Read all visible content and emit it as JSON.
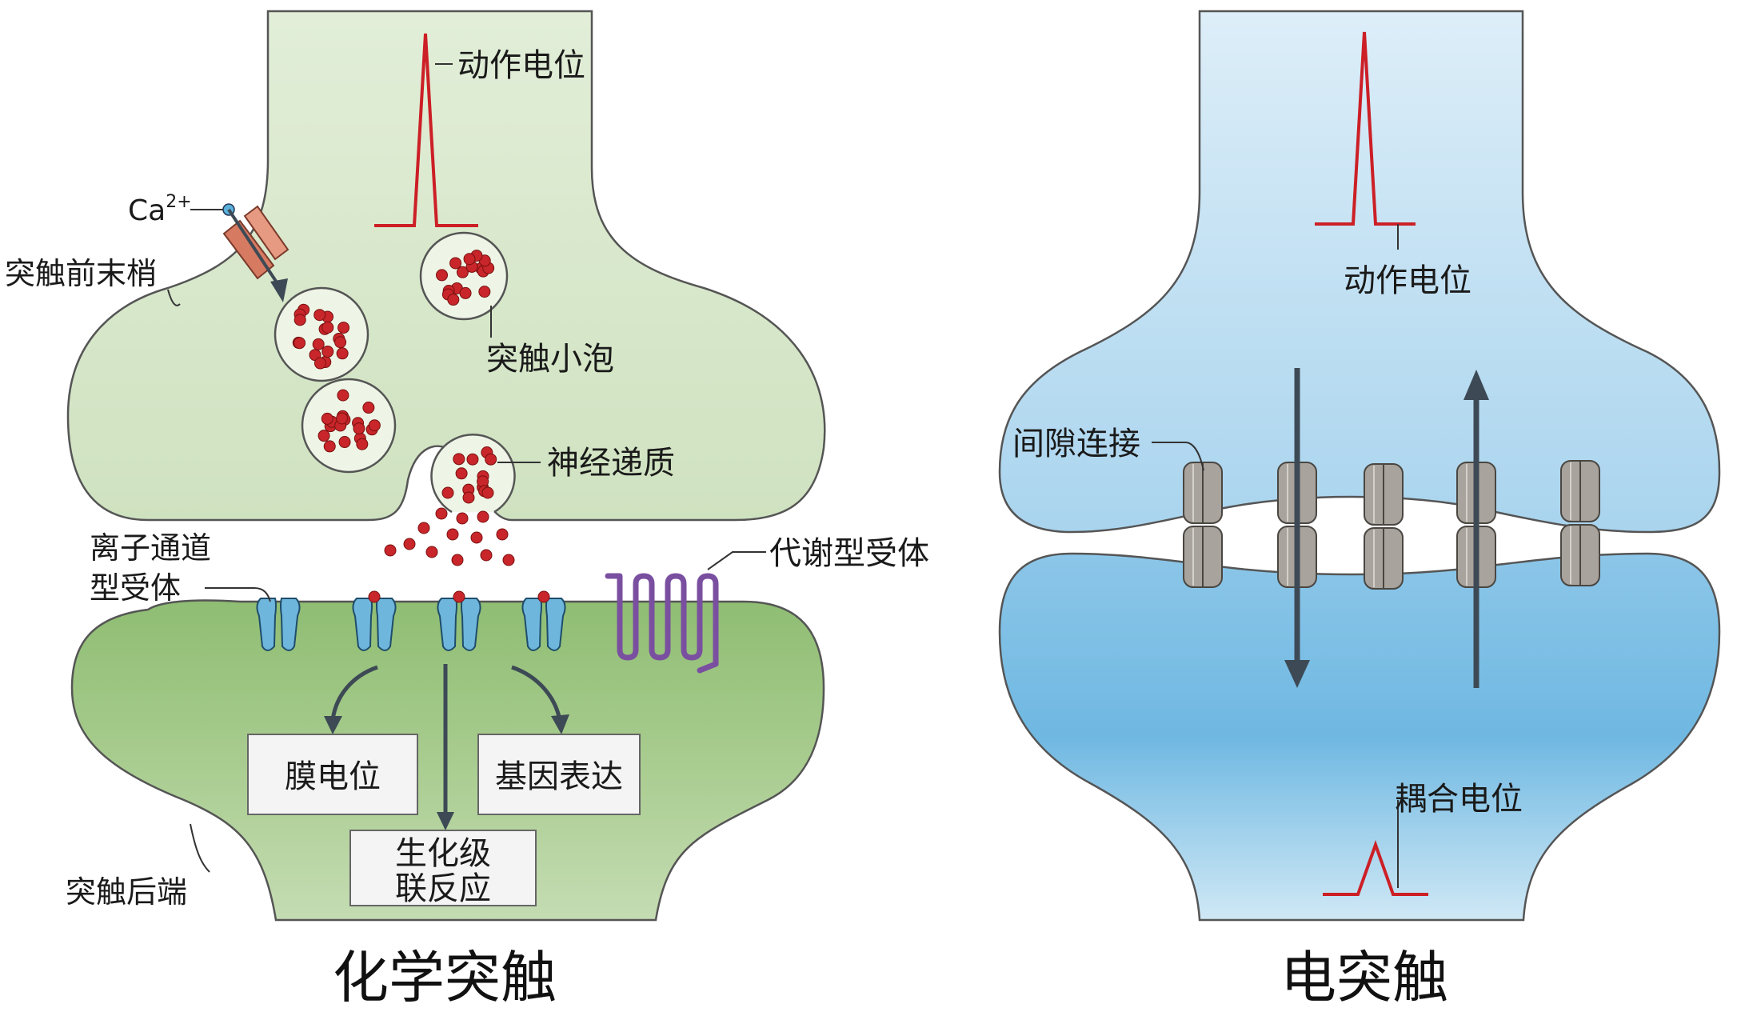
{
  "chemical": {
    "title": "化学突触",
    "action_potential": "动作电位",
    "calcium": "Ca",
    "calcium_charge": "2+",
    "presynaptic": "突触前末梢",
    "vesicle": "突触小泡",
    "neurotransmitter": "神经递质",
    "ionotropic_line1": "离子通道",
    "ionotropic_line2": "型受体",
    "metabotropic": "代谢型受体",
    "membrane_potential": "膜电位",
    "gene_expression": "基因表达",
    "cascade_line1": "生化级",
    "cascade_line2": "联反应",
    "postsynaptic": "突触后端"
  },
  "electrical": {
    "title": "电突触",
    "action_potential": "动作电位",
    "gap_junction": "间隙连接",
    "coupling_potential": "耦合电位"
  },
  "colors": {
    "presynaptic_green": "#d9e8cd",
    "postsynaptic_green": "#a9cc90",
    "electric_blue": "#bde0f2",
    "spike_red": "#cc1f26",
    "vesicle_dot": "#c8262a",
    "receptor_blue": "#6fb6dc",
    "gpcr_purple": "#7a4fa0",
    "channel_gray": "#a8a39c",
    "arrow_dark": "#3d4a55"
  }
}
